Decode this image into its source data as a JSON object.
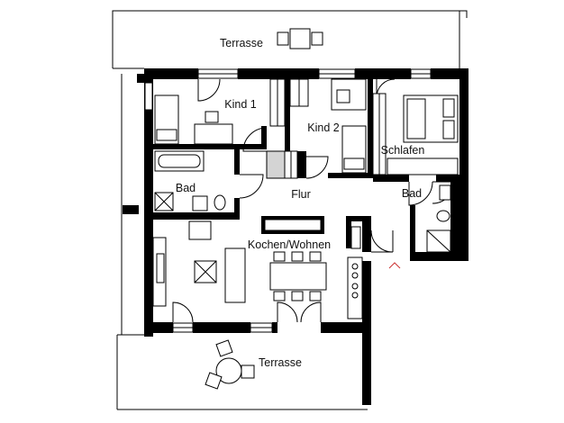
{
  "rooms": {
    "terrace_top": "Terrasse",
    "kind1": "Kind 1",
    "kind2": "Kind 2",
    "schlafen": "Schlafen",
    "bad_left": "Bad",
    "bad_right": "Bad",
    "flur": "Flur",
    "kochen_wohnen": "Kochen/Wohnen",
    "terrace_bottom": "Terrasse"
  },
  "colors": {
    "wall": "#000000",
    "background": "#ffffff",
    "entrance_marker": "#cc3333"
  }
}
